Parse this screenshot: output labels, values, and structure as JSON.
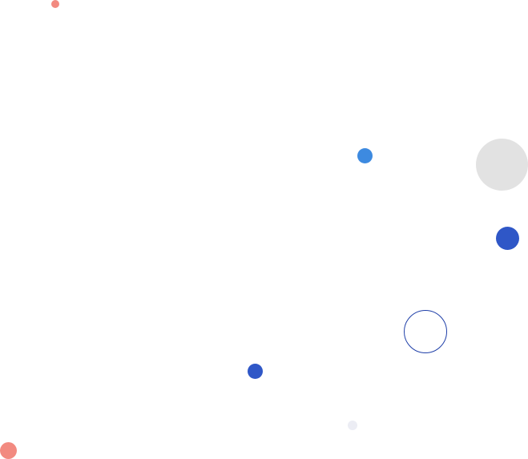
{
  "colors": {
    "background": "#ffffff",
    "coral": "#f28a80",
    "sky_blue": "#3d8ae0",
    "light_gray": "#e2e2e2",
    "royal_blue": "#2f57c7",
    "navy_outline": "#1f3fa8",
    "pale_lavender": "#ecedf4"
  },
  "circles": [
    {
      "name": "coral-dot-small",
      "fill": "#f28a80",
      "style": "filled"
    },
    {
      "name": "blue-dot",
      "fill": "#3d8ae0",
      "style": "filled"
    },
    {
      "name": "gray-circle-large",
      "fill": "#e2e2e2",
      "style": "filled"
    },
    {
      "name": "royal-blue-dot",
      "fill": "#2f57c7",
      "style": "filled"
    },
    {
      "name": "outline-circle",
      "stroke": "#1f3fa8",
      "style": "outline"
    },
    {
      "name": "royal-blue-dot-small",
      "fill": "#2f57c7",
      "style": "filled"
    },
    {
      "name": "lavender-dot",
      "fill": "#ecedf4",
      "style": "filled"
    },
    {
      "name": "coral-dot",
      "fill": "#f28a80",
      "style": "filled"
    }
  ]
}
